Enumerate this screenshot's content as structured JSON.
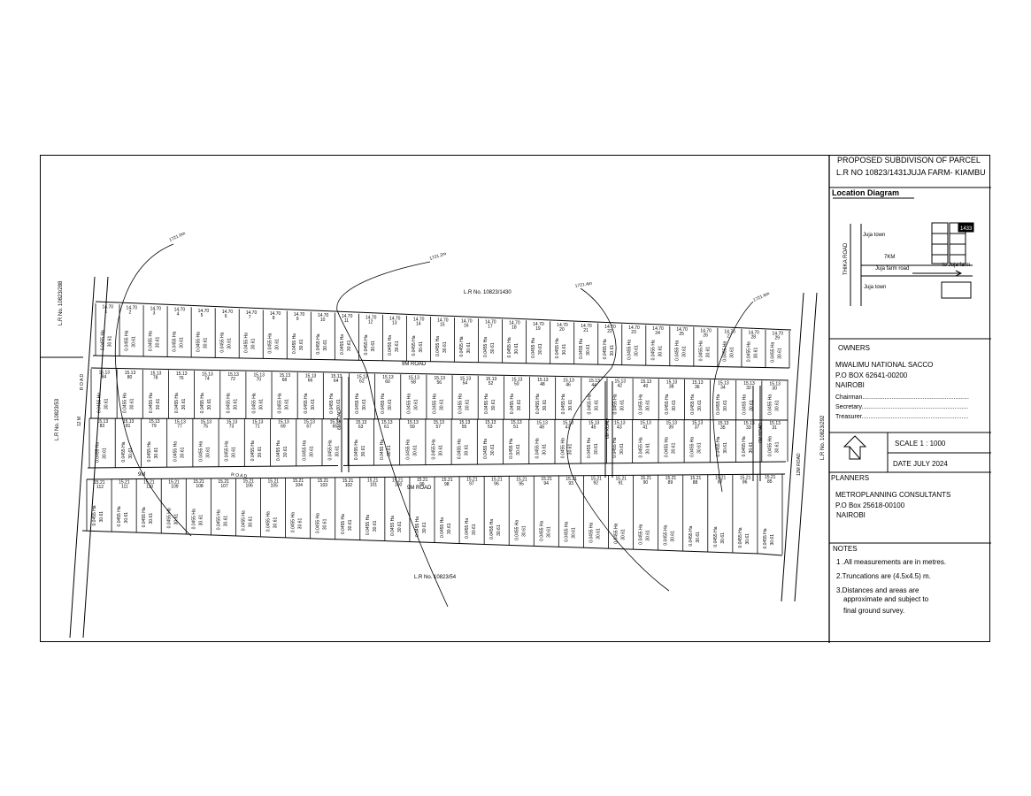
{
  "title": {
    "line1": "PROPOSED  SUBDIVISON OF PARCEL",
    "line2": "L.R NO 10823/1431JUJA FARM- KIAMBU"
  },
  "location": {
    "heading": "Location Diagram",
    "juja_town_top": "Juja town",
    "juja_town_bottom": "Juja town",
    "distance": "7KM",
    "farm_road": "Juja farm road",
    "to_juja_farm": "to Juja farm",
    "thika_road": "THIKA  ROAD",
    "parcel_tag": "1433"
  },
  "owners": {
    "heading": "OWNERS",
    "name": "MWALIMU NATIONAL SACCO",
    "box": "P.O BOX 62641-00200",
    "city": "NAIROBI",
    "chairman": "Chairman..............................................................",
    "secretary": "Secretary..............................................................",
    "treasurer": "Treasurer.............................................................."
  },
  "scale": "SCALE  1  : 1000",
  "date": "DATE   JULY  2024",
  "planners": {
    "heading": "PLANNERS",
    "name": "METROPLANNING CONSULTANTS",
    "box": "P.O Box  25618-00100",
    "city": "NAIROBI"
  },
  "notes": {
    "heading": "NOTES",
    "n1": "1 .All measurements are in metres.",
    "n2": "2.Truncations are (4.5x4.5) m.",
    "n3a": "3.Distances and areas are",
    "n3b": "approximate and subject to",
    "n3c": "final ground survey."
  },
  "map": {
    "neighbor_top": "L.R No. 10823/1430",
    "neighbor_bottom": "L.R No. 10823/54",
    "neighbor_left_top": "L.R No. 10823/288",
    "neighbor_left_mid": "L.R No. 10823/53",
    "neighbor_right": "L.R No. 10823/292",
    "road_9m_1": "9M   ROAD",
    "road_9m_2": "9M   ROAD",
    "road_9m_3": "9M",
    "road_left": "R  O  A  D",
    "road_bottom": "R  O  A  D",
    "road_left_width": "12 M",
    "road_right": "12M  ROAD",
    "road_6m_a": "6M  ROAD",
    "road_6m_b": "6M  ROAD",
    "road_6m_c": "6M ROAD",
    "contour_1": "1721.0m",
    "contour_2": "1721.2m",
    "contour_3": "1721.4m",
    "contour_4": "1721.6m",
    "row_a_plots": [
      "1",
      "2",
      "3",
      "4",
      "5",
      "6",
      "7",
      "8",
      "9",
      "10",
      "11",
      "12",
      "13",
      "14",
      "15",
      "16",
      "17",
      "18",
      "19",
      "20",
      "21",
      "22",
      "23",
      "24",
      "25",
      "26",
      "27",
      "28",
      "29"
    ],
    "row_b_plots": [
      "84",
      "80",
      "78",
      "76",
      "74",
      "72",
      "70",
      "68",
      "66",
      "64",
      "62",
      "60",
      "58",
      "56",
      "54",
      "52",
      "50",
      "48",
      "46",
      "44",
      "42",
      "40",
      "38",
      "36",
      "34",
      "32",
      "30"
    ],
    "row_c_plots": [
      "83",
      "81",
      "79",
      "77",
      "75",
      "73",
      "71",
      "69",
      "67",
      "65",
      "63",
      "61",
      "59",
      "57",
      "55",
      "53",
      "51",
      "49",
      "47",
      "45",
      "43",
      "41",
      "39",
      "37",
      "35",
      "33",
      "31"
    ],
    "row_d_plots": [
      "112",
      "111",
      "110",
      "109",
      "108",
      "107",
      "106",
      "105",
      "104",
      "103",
      "102",
      "101",
      "100",
      "99",
      "98",
      "97",
      "96",
      "95",
      "94",
      "93",
      "92",
      "91",
      "90",
      "89",
      "88",
      "87",
      "86",
      "85"
    ],
    "frontage_a": "14.70",
    "frontage_b": "15.13",
    "frontage_d": "15.21",
    "depth": "30.61",
    "area_label": "0.0455 Ha"
  },
  "symbols": [
    "north-arrow-icon"
  ]
}
